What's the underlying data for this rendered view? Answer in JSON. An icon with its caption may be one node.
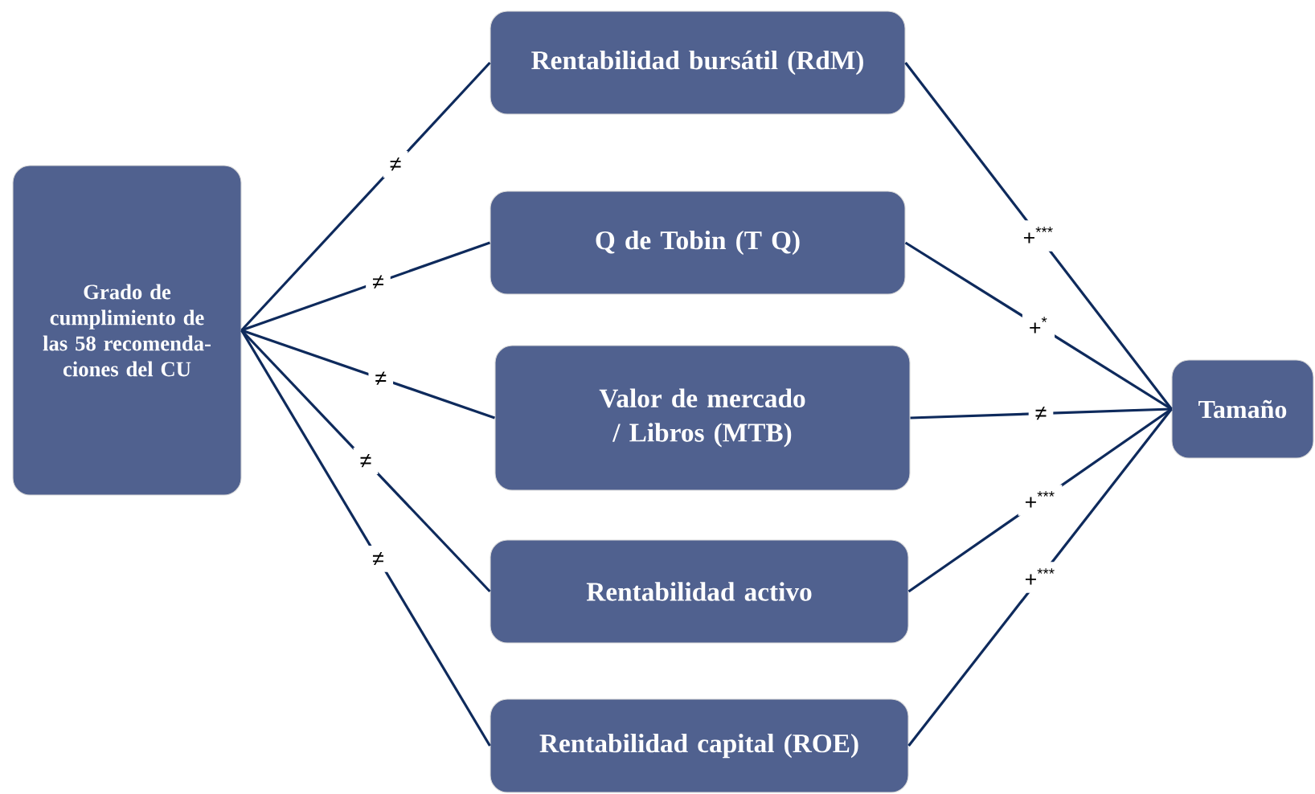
{
  "diagram": {
    "nodes": [
      {
        "text": [
          "Grado de cumplimiento de las 58 recomenda- ciones del CU"
        ]
      },
      {
        "text": [
          "Rentabilidad bursátil (RdM)"
        ]
      },
      {
        "text": [
          "Q de Tobin (T Q)"
        ]
      },
      {
        "text": [
          "Valor de mercado / Libros (MTB)"
        ]
      },
      {
        "text": [
          "Rentabilidad activo"
        ]
      },
      {
        "text": [
          "Rentabilidad capital (ROE)"
        ]
      },
      {
        "text": [
          "Tamaño"
        ]
      }
    ],
    "edges": [
      {
        "from": 0,
        "to": 1,
        "arrow": "none",
        "label": "≠"
      },
      {
        "from": 0,
        "to": 2,
        "arrow": "none",
        "label": "≠"
      },
      {
        "from": 0,
        "to": 3,
        "arrow": "none",
        "label": "≠"
      },
      {
        "from": 0,
        "to": 4,
        "arrow": "none",
        "label": "≠"
      },
      {
        "from": 0,
        "to": 5,
        "arrow": "none",
        "label": "≠"
      },
      {
        "from": 1,
        "to": 6,
        "arrow": "none",
        "label": "+$^{***}$"
      },
      {
        "from": 2,
        "to": 6,
        "arrow": "none",
        "label": "+$^{*}$"
      },
      {
        "from": 3,
        "to": 6,
        "arrow": "none",
        "label": "≠"
      },
      {
        "from": 4,
        "to": 6,
        "arrow": "none",
        "label": "+$^{***}$"
      },
      {
        "from": 5,
        "to": 6,
        "arrow": "none",
        "label": "+$^{***}$"
      }
    ]
  }
}
